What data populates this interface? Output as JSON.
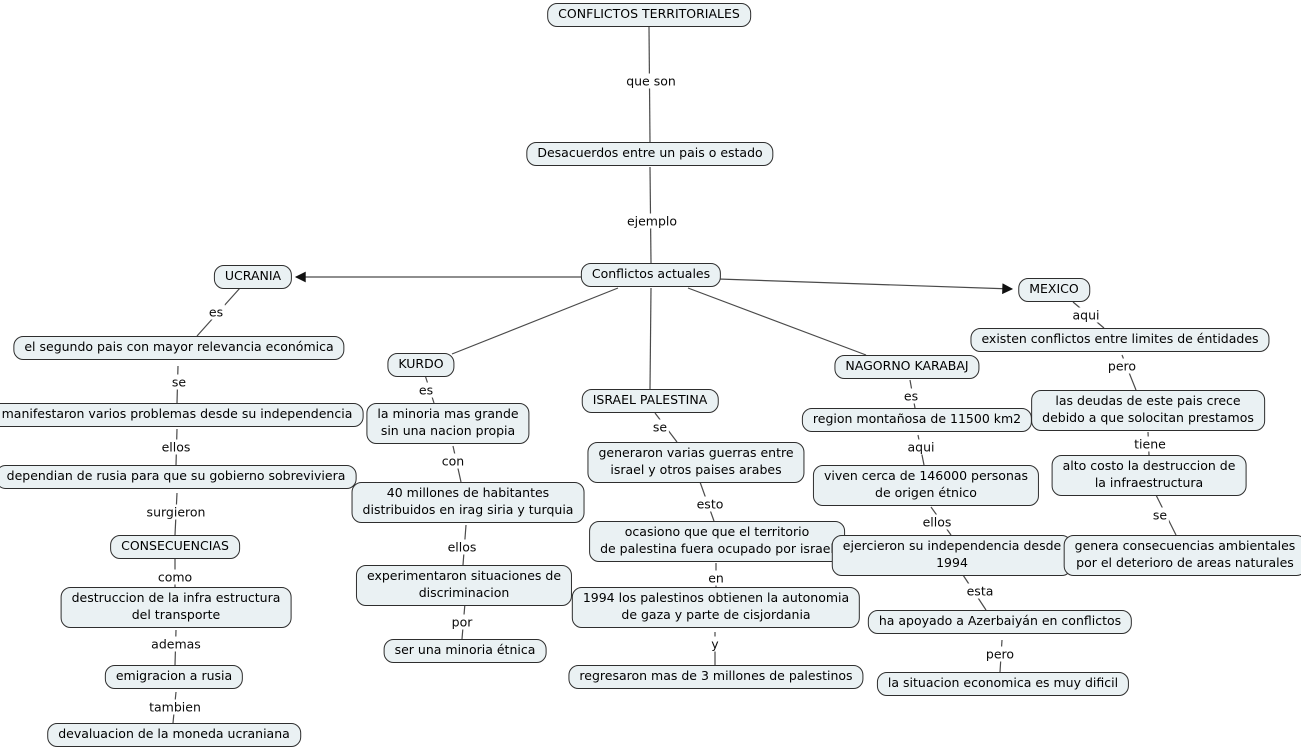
{
  "map": {
    "root_concept": "CONFLICTOS TERRITORIALES"
  },
  "colors": {
    "background": "#ffffff",
    "node_fill": "#eaf1f3",
    "node_border": "#2e2e2e",
    "line": "#4a4a4a",
    "arrow": "#111111",
    "text": "#000000"
  },
  "nodes": [
    {
      "id": "conflictos-territoriales",
      "text": "CONFLICTOS TERRITORIALES"
    },
    {
      "id": "desacuerdos",
      "text": "Desacuerdos entre un pais o estado"
    },
    {
      "id": "conflictos-actuales",
      "text": "Conflictos actuales"
    },
    {
      "id": "ucrania",
      "text": "UCRANIA"
    },
    {
      "id": "ucrania-relevancia",
      "text": "el segundo pais con mayor relevancia económica"
    },
    {
      "id": "ucrania-problemas",
      "text": "manifestaron varios problemas desde su independencia"
    },
    {
      "id": "ucrania-dependencia",
      "text": "dependian de rusia para que su gobierno sobreviviera"
    },
    {
      "id": "consecuencias",
      "text": "CONSECUENCIAS"
    },
    {
      "id": "consecuencias-transporte",
      "text": "destruccion de la infra estructura\ndel transporte"
    },
    {
      "id": "consecuencias-emigracion",
      "text": "emigracion a rusia"
    },
    {
      "id": "consecuencias-devaluacion",
      "text": "devaluacion de la moneda ucraniana"
    },
    {
      "id": "kurdo",
      "text": "KURDO"
    },
    {
      "id": "kurdo-minoria",
      "text": "la minoria mas grande\nsin una nacion propia"
    },
    {
      "id": "kurdo-habitantes",
      "text": "40 millones de habitantes\ndistribuidos en irag siria y turquia"
    },
    {
      "id": "kurdo-discriminacion",
      "text": "experimentaron situaciones de\ndiscriminacion"
    },
    {
      "id": "kurdo-etnica",
      "text": "ser una minoria étnica"
    },
    {
      "id": "israel-palestina",
      "text": "ISRAEL PALESTINA"
    },
    {
      "id": "israel-guerras",
      "text": "generaron varias guerras entre\nisrael y otros paises arabes"
    },
    {
      "id": "israel-ocupacion",
      "text": "ocasiono que que el territorio\nde palestina fuera ocupado por israel"
    },
    {
      "id": "israel-autonomia",
      "text": "1994 los palestinos obtienen la autonomia\nde gaza y parte de cisjordania"
    },
    {
      "id": "israel-regreso",
      "text": "regresaron mas de 3 millones de palestinos"
    },
    {
      "id": "nagorno-karabaj",
      "text": "NAGORNO KARABAJ"
    },
    {
      "id": "nagorno-region",
      "text": "region montañosa de 11500 km2"
    },
    {
      "id": "nagorno-personas",
      "text": "viven cerca de 146000 personas\nde origen étnico"
    },
    {
      "id": "nagorno-independencia",
      "text": "ejercieron su independencia desde\n1994"
    },
    {
      "id": "nagorno-apoyo",
      "text": "ha apoyado a Azerbaiyán en conflictos"
    },
    {
      "id": "nagorno-economia",
      "text": "la situacion economica es muy dificil"
    },
    {
      "id": "mexico",
      "text": "MEXICO"
    },
    {
      "id": "mexico-limites",
      "text": "existen conflictos entre limites de éntidades"
    },
    {
      "id": "mexico-deudas",
      "text": "las deudas de este pais crece\ndebido a que solocitan prestamos"
    },
    {
      "id": "mexico-infraestructura",
      "text": "alto costo la destruccion de\nla infraestructura"
    },
    {
      "id": "mexico-ambientales",
      "text": "genera consecuencias ambientales\npor el deterioro de areas naturales"
    }
  ],
  "labels": [
    {
      "text": "que son"
    },
    {
      "text": "ejemplo"
    },
    {
      "text": "es"
    },
    {
      "text": "se"
    },
    {
      "text": "ellos"
    },
    {
      "text": "surgieron"
    },
    {
      "text": "como"
    },
    {
      "text": "ademas"
    },
    {
      "text": "tambien"
    },
    {
      "text": "es"
    },
    {
      "text": "con"
    },
    {
      "text": "ellos"
    },
    {
      "text": "por"
    },
    {
      "text": "se"
    },
    {
      "text": "esto"
    },
    {
      "text": "en"
    },
    {
      "text": "y"
    },
    {
      "text": "es"
    },
    {
      "text": "aqui"
    },
    {
      "text": "ellos"
    },
    {
      "text": "esta"
    },
    {
      "text": "pero"
    },
    {
      "text": "aqui"
    },
    {
      "text": "pero"
    },
    {
      "text": "tiene"
    },
    {
      "text": "se"
    }
  ]
}
